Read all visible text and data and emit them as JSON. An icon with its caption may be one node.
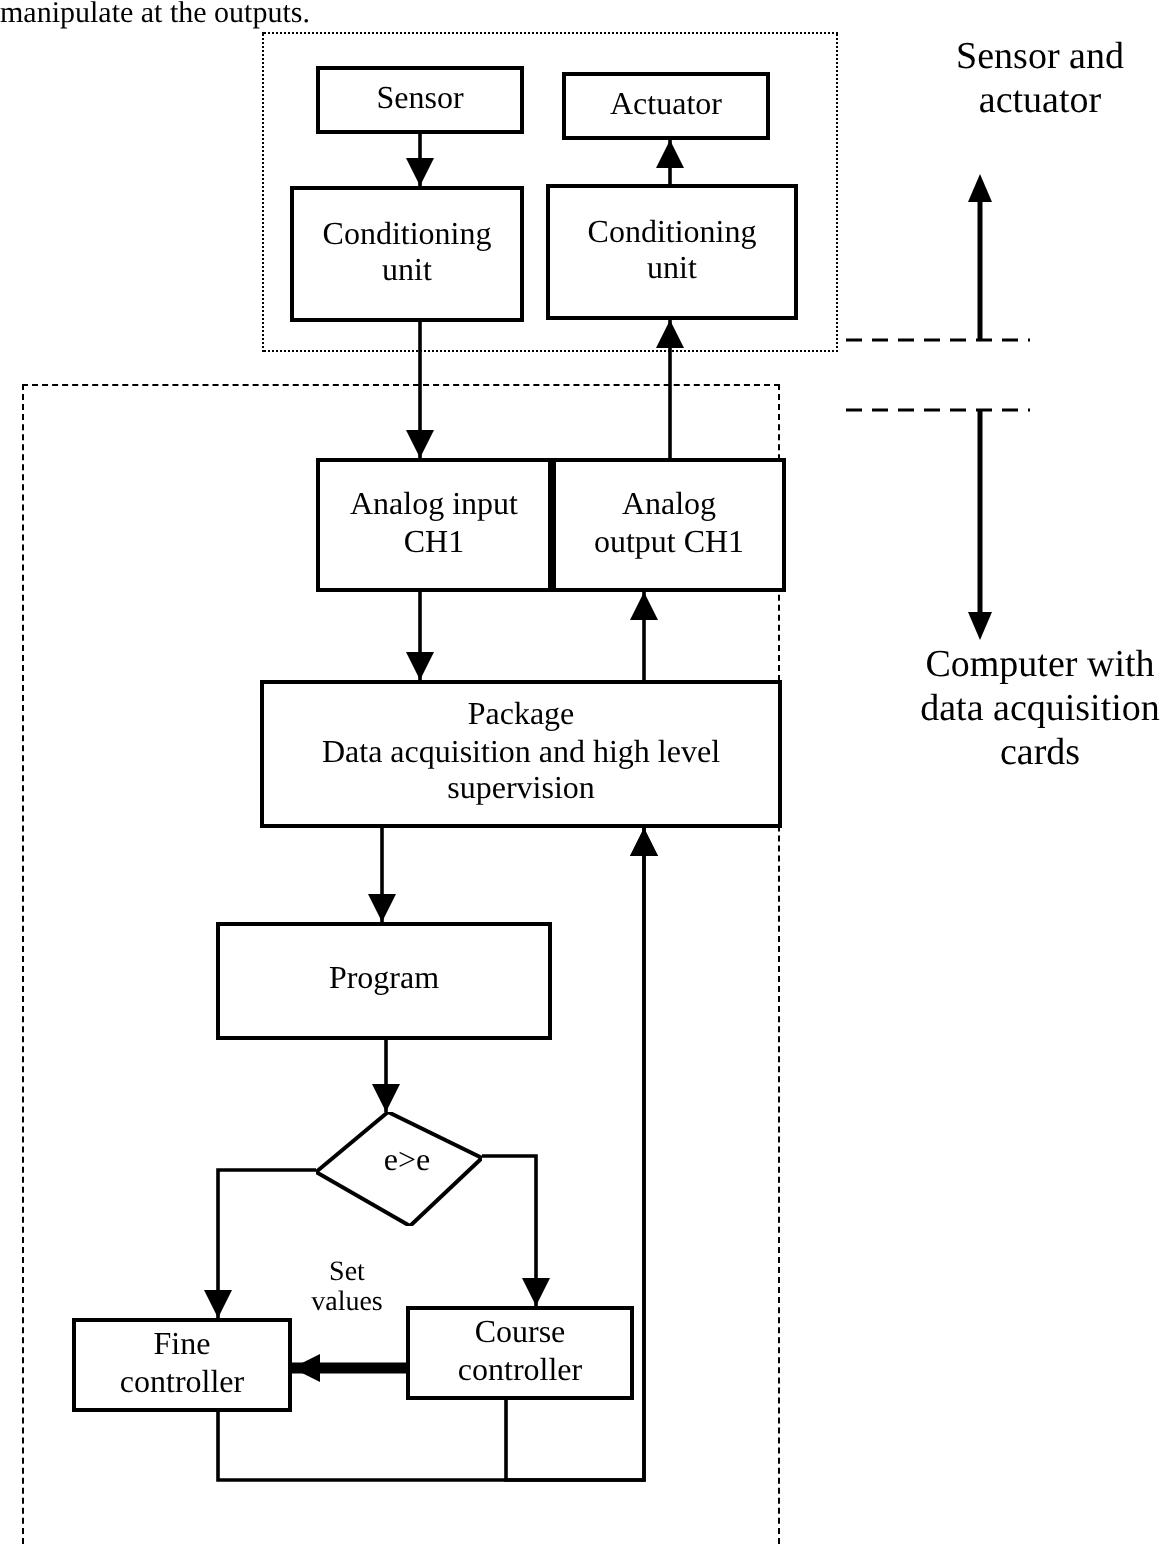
{
  "diagram": {
    "nodes": [
      {
        "text": [],
        "shape": "box"
      },
      {
        "text": [
          "Sensor"
        ],
        "in": 0
      },
      {
        "text": [
          "Conditioning unit"
        ],
        "in": 0
      },
      {
        "text": [
          "Actuator"
        ],
        "in": 0
      },
      {
        "text": [
          "Conditioning unit"
        ],
        "in": 0
      },
      {
        "text": [],
        "shape": "box"
      },
      {
        "text": [
          "Analog input CH1"
        ],
        "in": 5
      },
      {
        "text": [
          "Analog output CH1"
        ],
        "in": 5
      },
      {
        "text": [
          "Package",
          "Data acquisition and high level supervision"
        ],
        "in": 5
      },
      {
        "text": [
          "Program"
        ],
        "in": 5
      },
      {
        "text": [
          "e>e"
        ],
        "in": 5
      },
      {
        "text": [
          "Fine controller"
        ],
        "in": 5
      },
      {
        "text": [
          "Course controller"
        ],
        "in": 5
      }
    ],
    "edges": [
      {
        "from": 1,
        "to": 2,
        "arrow": "to"
      },
      {
        "from": 2,
        "to": 6,
        "arrow": "to"
      },
      {
        "from": 6,
        "to": 8,
        "arrow": "to"
      },
      {
        "from": 8,
        "to": 9,
        "arrow": "to"
      },
      {
        "from": 9,
        "to": 10,
        "arrow": "to"
      },
      {
        "from": 10,
        "to": 11,
        "arrow": "to"
      },
      {
        "from": 10,
        "to": 12,
        "arrow": "to"
      },
      {
        "from": 12,
        "to": 11,
        "arrow": "to",
        "label": "Set values",
        "style": "thick"
      },
      {
        "from": 11,
        "to": 8,
        "arrow": "to"
      },
      {
        "from": 12,
        "to": 8,
        "arrow": "to"
      },
      {
        "from": 8,
        "to": 7,
        "arrow": "to"
      },
      {
        "from": 7,
        "to": 4,
        "arrow": "to"
      },
      {
        "from": 4,
        "to": 3,
        "arrow": "to"
      }
    ],
    "labels": [
      "manipulate at the outputs.",
      "Sensor and actuator",
      "Computer with data acquisition cards"
    ]
  }
}
